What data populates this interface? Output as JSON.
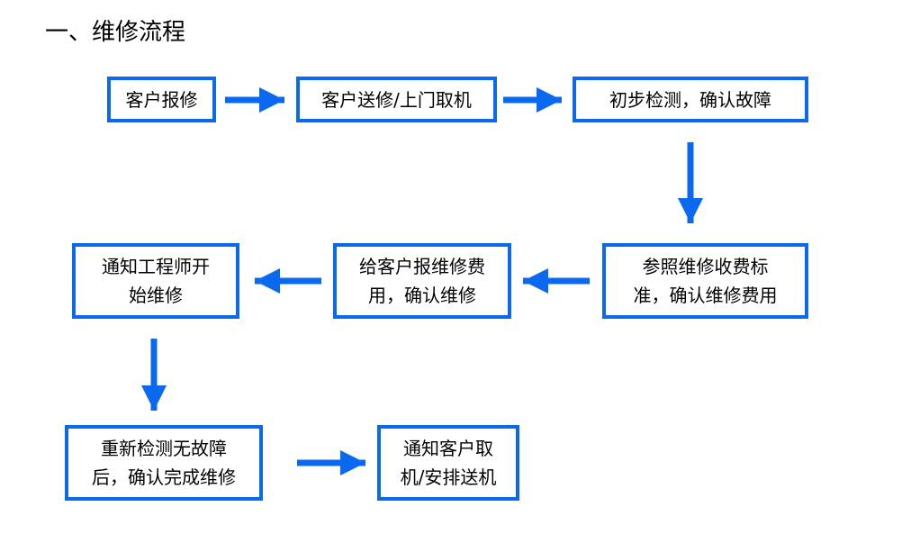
{
  "section_title": "一、维修流程",
  "colors": {
    "box_border": "#0b69f0",
    "arrow": "#0b69f0",
    "text": "#000000",
    "background": "#ffffff"
  },
  "steps": [
    {
      "id": "step1",
      "text": "客户报修"
    },
    {
      "id": "step2",
      "text": "客户送修/上门取机"
    },
    {
      "id": "step3",
      "text": "初步检测，确认故障"
    },
    {
      "id": "step4",
      "text": "参照维修收费标\n准，确认维修费用"
    },
    {
      "id": "step5",
      "text": "给客户报维修费\n用，确认维修"
    },
    {
      "id": "step6",
      "text": "通知工程师开\n始维修"
    },
    {
      "id": "step7",
      "text": "重新检测无故障\n后，确认完成维修"
    },
    {
      "id": "step8",
      "text": "通知客户取\n机/安排送机"
    }
  ],
  "connections": [
    {
      "from": "step1",
      "to": "step2",
      "direction": "right"
    },
    {
      "from": "step2",
      "to": "step3",
      "direction": "right"
    },
    {
      "from": "step3",
      "to": "step4",
      "direction": "down"
    },
    {
      "from": "step4",
      "to": "step5",
      "direction": "left"
    },
    {
      "from": "step5",
      "to": "step6",
      "direction": "left"
    },
    {
      "from": "step6",
      "to": "step7",
      "direction": "down"
    },
    {
      "from": "step7",
      "to": "step8",
      "direction": "right"
    }
  ]
}
